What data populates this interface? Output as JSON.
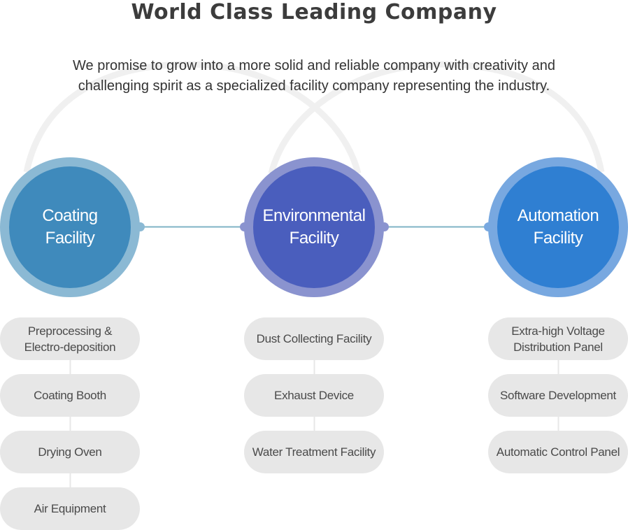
{
  "header": {
    "title": "World Class Leading Company",
    "subtitle_line1": "We promise to grow into a more solid and reliable company with creativity and",
    "subtitle_line2": "challenging spirit as a specialized facility company representing the industry."
  },
  "colors": {
    "coating_outer": "#8bb9d4",
    "coating_inner": "#3f8abc",
    "environmental_outer": "#8a93cf",
    "environmental_inner": "#4a5ebd",
    "automation_outer": "#78a8e0",
    "automation_inner": "#2f7fd2",
    "connector": "#7fb3c6",
    "pill_bg": "#e7e7e7",
    "arc": "#f0f0f0"
  },
  "facilities": [
    {
      "line1": "Coating",
      "line2": "Facility",
      "items": [
        {
          "line1": "Preprocessing &",
          "line2": "Electro-deposition"
        },
        {
          "line1": "Coating Booth",
          "line2": ""
        },
        {
          "line1": "Drying Oven",
          "line2": ""
        },
        {
          "line1": "Air Equipment",
          "line2": ""
        }
      ]
    },
    {
      "line1": "Environmental",
      "line2": "Facility",
      "items": [
        {
          "line1": "Dust Collecting Facility",
          "line2": ""
        },
        {
          "line1": "Exhaust Device",
          "line2": ""
        },
        {
          "line1": "Water Treatment Facility",
          "line2": ""
        }
      ]
    },
    {
      "line1": "Automation",
      "line2": "Facility",
      "items": [
        {
          "line1": "Extra-high Voltage",
          "line2": "Distribution Panel"
        },
        {
          "line1": "Software Development",
          "line2": ""
        },
        {
          "line1": "Automatic Control Panel",
          "line2": ""
        }
      ]
    }
  ]
}
